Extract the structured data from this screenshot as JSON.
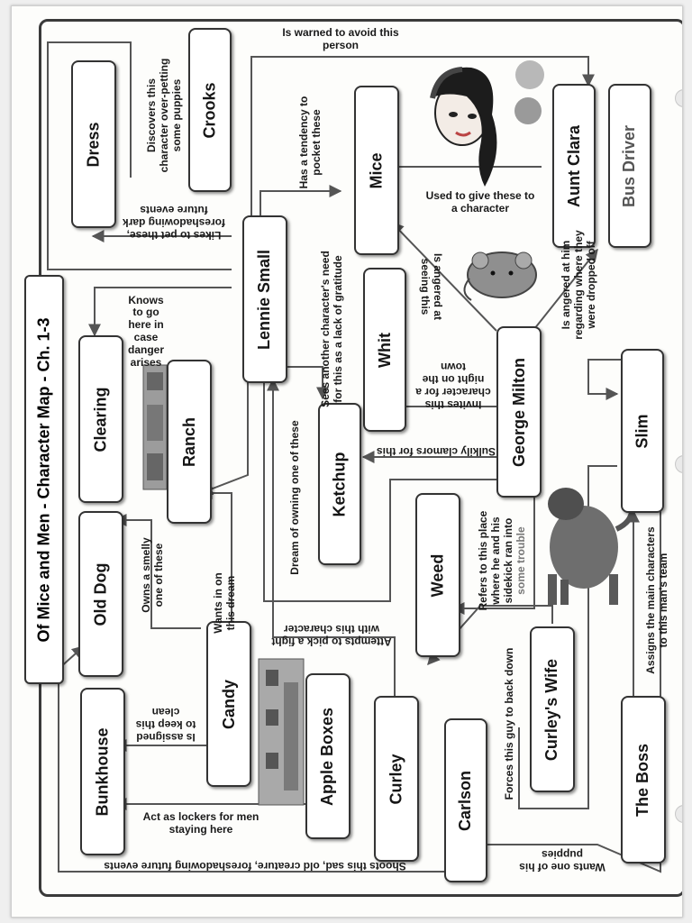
{
  "title": "Of Mice and Men - Character Map - Ch. 1-3",
  "nodes": {
    "crooks": "Crooks",
    "dress": "Dress",
    "mice": "Mice",
    "aunt_clara": "Aunt Clara",
    "bus_driver": "Bus Driver",
    "lennie": "Lennie Small",
    "clearing": "Clearing",
    "ranch": "Ranch",
    "whit": "Whit",
    "george": "George Milton",
    "ketchup": "Ketchup",
    "slim": "Slim",
    "old_dog": "Old Dog",
    "weed": "Weed",
    "candy": "Candy",
    "curleys_wife": "Curley's Wife",
    "apple_boxes": "Apple Boxes",
    "bunkhouse": "Bunkhouse",
    "curley": "Curley",
    "carlson": "Carlson",
    "the_boss": "The Boss"
  },
  "labels": {
    "warned": "Is warned to avoid this person",
    "discovers_1": "Discovers this",
    "discovers_2": "character over-petting",
    "discovers_3": "some puppies",
    "tendency_1": "Has a tendency to",
    "tendency_2": "pocket these",
    "likes_1": "Likes to pet these,",
    "likes_2": "foreshadowing dark",
    "likes_3": "future events",
    "used_to_give_1": "Used to give these to",
    "used_to_give_2": "a character",
    "sees_1": "Sees another character's need",
    "sees_2": "for this as a lack of gratitude",
    "knows_1": "Knows",
    "knows_2": "to go",
    "knows_3": "here in",
    "knows_4": "case",
    "knows_5": "danger",
    "knows_6": "arises",
    "angered_seeing_1": "Is angered at",
    "angered_seeing_2": "seeing this",
    "angered_him_1": "Is angered at him",
    "angered_him_2": "regarding where they",
    "angered_him_3": "were dropped off",
    "invites_1": "Invites this",
    "invites_2": "character for a",
    "invites_3": "night on the",
    "invites_4": "town",
    "sulkily": "Sulkily clamors for this",
    "dream": "Dream of owning one of these",
    "refers_1": "Refers to this place",
    "refers_2": "where he and his",
    "refers_3": "sidekick ran into",
    "refers_4": "some trouble",
    "owns_1": "Owns a smelly",
    "owns_2": "one of these",
    "wants_in_1": "Wants in on",
    "wants_in_2": "this dream",
    "attempts_1": "Attempts to pick a fight",
    "attempts_2": "with this character",
    "assigns_1": "Assigns the main characters",
    "assigns_2": "to this man's team",
    "keep_clean_1": "Is assigned",
    "keep_clean_2": "to keep this",
    "keep_clean_3": "clean",
    "forces": "Forces this guy to back down",
    "lockers_1": "Act as lockers for men",
    "lockers_2": "staying here",
    "shoots": "Shoots this sad, old creature, foreshadowing future events",
    "wants_puppies_1": "Wants one of his",
    "wants_puppies_2": "puppies"
  }
}
